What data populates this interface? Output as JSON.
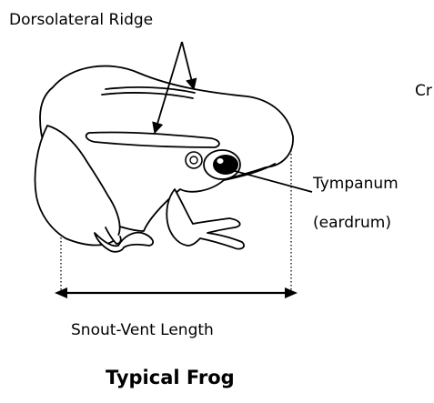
{
  "diagram": {
    "labels": {
      "dorsolateral_ridge": "Dorsolateral Ridge",
      "cropped_right": "Cr",
      "tympanum": "Tympanum",
      "eardrum": "(eardrum)",
      "snout_vent_length": "Snout-Vent Length",
      "title": "Typical Frog"
    },
    "colors": {
      "line": "#000000",
      "frog_fill": "#ffffff",
      "background": "#ffffff"
    },
    "icons": {
      "subject": "frog-illustration"
    }
  }
}
